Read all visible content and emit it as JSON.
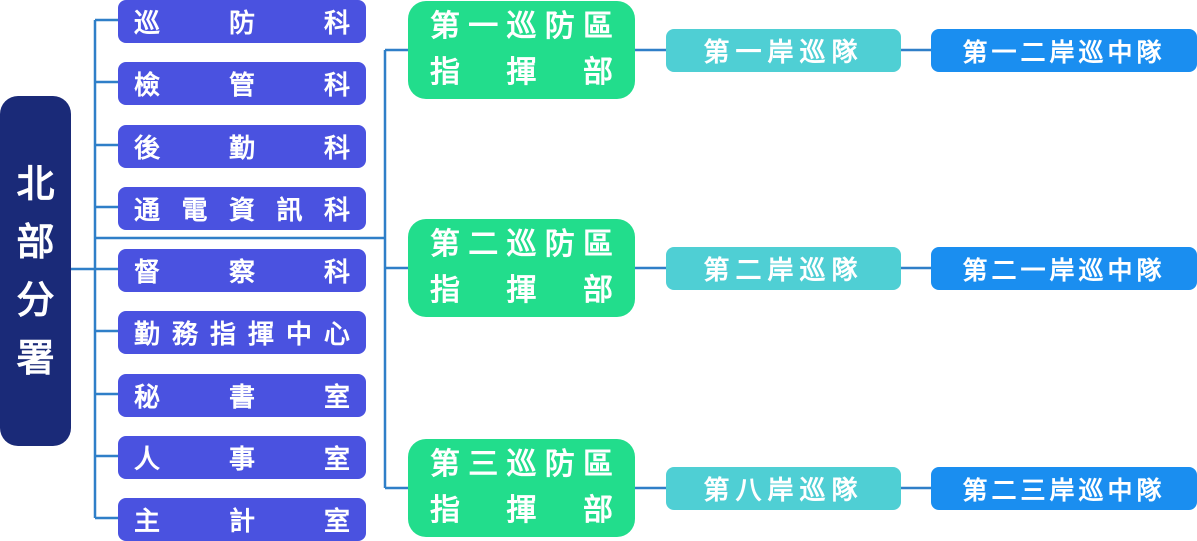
{
  "org": {
    "root": "北部分署",
    "departments": [
      "巡防科",
      "檢管科",
      "後勤科",
      "通電資訊科",
      "督察科",
      "勤務指揮中心",
      "秘書室",
      "人事室",
      "主計室"
    ],
    "commands": [
      {
        "line1": "第一巡防區",
        "line2": "指揮部",
        "coast": "第一岸巡隊",
        "squad": "第一二岸巡中隊"
      },
      {
        "line1": "第二巡防區",
        "line2": "指揮部",
        "coast": "第二岸巡隊",
        "squad": "第二一岸巡中隊"
      },
      {
        "line1": "第三巡防區",
        "line2": "指揮部",
        "coast": "第八岸巡隊",
        "squad": "第二三岸巡中隊"
      }
    ]
  },
  "colors": {
    "root": "#1a2a78",
    "department": "#4a52e0",
    "command": "#22dd8c",
    "coast": "#4fcfd4",
    "squad": "#1a8ef0",
    "connector": "#2f7fc8"
  }
}
